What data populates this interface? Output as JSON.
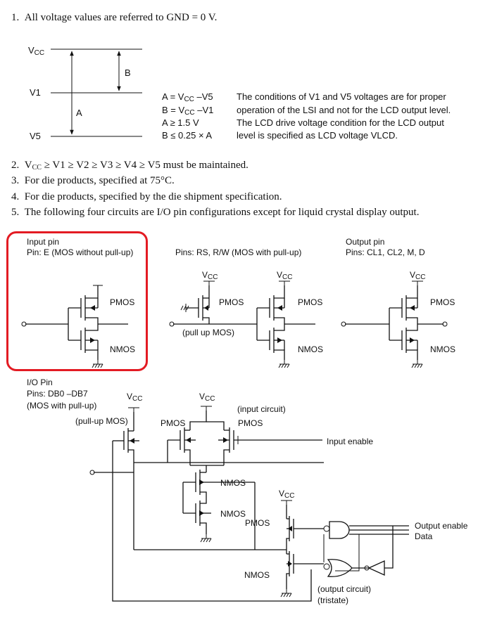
{
  "notes": {
    "n1": "1. All voltage values are referred to GND = 0 V.",
    "n2_pre": "2. V",
    "n2_sub": "CC",
    "n2_post": " ≥ V1 ≥ V2 ≥ V3 ≥ V4 ≥ V5 must be maintained.",
    "n3": "3. For die products, specified at 75°C.",
    "n4": "4. For die products, specified by the die shipment specification.",
    "n5": "5. The following four circuits are I/O pin configurations except for liquid crystal display output."
  },
  "voltage_diagram": {
    "vcc_label": "V",
    "vcc_sub": "CC",
    "v1_label": "V1",
    "v5_label": "V5",
    "a_label": "A",
    "b_label": "B",
    "eq_a": "A = V",
    "eq_a_sub": "CC",
    "eq_a_post": " –V5",
    "eq_b": "B = V",
    "eq_b_sub": "CC",
    "eq_b_post": " –V1",
    "cond_a": "A ≥ 1.5 V",
    "cond_b": "B ≤ 0.25 × A",
    "desc1": "The conditions of V1 and V5 voltages are for proper",
    "desc2": "operation of the LSI and not for the LCD output level.",
    "desc3": "The LCD drive voltage condition for the LCD output",
    "desc4": "level is specified as LCD voltage VLCD."
  },
  "circuits": {
    "input_pin": {
      "title": "Input pin",
      "pins": "Pin:  E (MOS without pull-up)",
      "pmos": "PMOS",
      "nmos": "NMOS"
    },
    "rs_pin": {
      "pins": "Pins:  RS, R/W (MOS with pull-up)",
      "pull_up": "(pull up MOS)",
      "vcc": "V",
      "vcc_sub": "CC",
      "pmos": "PMOS",
      "nmos": "NMOS"
    },
    "output_pin": {
      "title": "Output pin",
      "pins": "Pins:  CL1,  CL2, M, D",
      "vcc": "V",
      "vcc_sub": "CC",
      "pmos": "PMOS",
      "nmos": "NMOS"
    },
    "io_pin": {
      "title": "I/O Pin",
      "pins": "Pins:  DB0 –DB7",
      "desc": "(MOS with pull-up)",
      "pull_up": "(pull-up MOS)",
      "input_circuit": "(input circuit)",
      "pmos_a": "PMOS",
      "pmos_b": "PMOS",
      "nmos_a": "NMOS",
      "nmos_b": "NMOS",
      "pmos_out": "PMOS",
      "nmos_out": "NMOS",
      "input_enable": "Input enable",
      "output_enable": "Output enable",
      "data": "Data",
      "output_circuit": "(output circuit)",
      "tristate": "(tristate)",
      "vcc": "V",
      "vcc_sub": "CC"
    }
  }
}
